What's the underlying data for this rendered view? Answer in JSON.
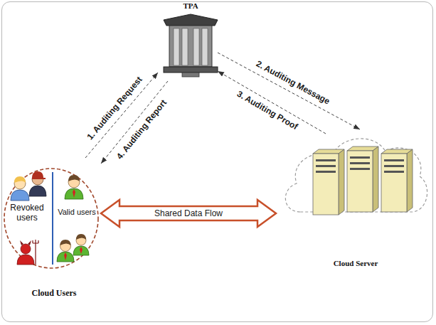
{
  "diagram": {
    "nodes": [
      {
        "text": [
          "TPA"
        ]
      },
      {
        "text": [
          "Cloud Users"
        ]
      },
      {
        "text": [
          "Cloud Server"
        ]
      }
    ],
    "edges": [
      {
        "from": 1,
        "to": 0,
        "arrow": "to",
        "label": "1. Auditing Request"
      },
      {
        "from": 0,
        "to": 2,
        "arrow": "to",
        "label": "2. Auditing Message"
      },
      {
        "from": 2,
        "to": 0,
        "arrow": "to",
        "label": "3. Auditing Proof"
      },
      {
        "from": 0,
        "to": 1,
        "arrow": "to",
        "label": "4. Auditing Report"
      },
      {
        "from": 1,
        "to": 2,
        "arrow": "both",
        "label": "Shared Data Flow"
      }
    ],
    "labels": [
      "Revoked users",
      "Valid users"
    ]
  }
}
